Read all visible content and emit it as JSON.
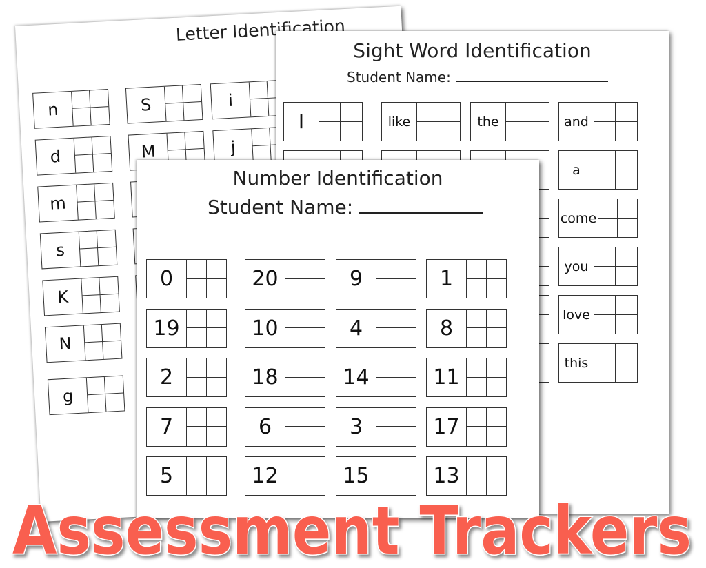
{
  "letter_page": {
    "title": "Letter Identification",
    "columns": [
      [
        "n",
        "d",
        "m",
        "s",
        "K",
        "N",
        "g"
      ],
      [
        "S",
        "M",
        "",
        "",
        "",
        "",
        ""
      ],
      [
        "i",
        "j"
      ]
    ]
  },
  "sight_page": {
    "title": "Sight Word Identification",
    "student_name_label": "Student Name:",
    "columns": [
      [
        "I",
        "",
        "",
        "",
        "",
        ""
      ],
      [
        "like",
        "",
        "",
        "",
        "",
        ""
      ],
      [
        "the",
        "",
        "",
        "",
        "",
        ""
      ],
      [
        "and",
        "a",
        "come",
        "you",
        "love",
        "this"
      ]
    ]
  },
  "number_page": {
    "title": "Number Identification",
    "student_name_label": "Student Name:",
    "rows": [
      [
        "0",
        "20",
        "9",
        "1"
      ],
      [
        "19",
        "10",
        "4",
        "8"
      ],
      [
        "2",
        "18",
        "14",
        "11"
      ],
      [
        "7",
        "6",
        "3",
        "17"
      ],
      [
        "5",
        "12",
        "15",
        "13"
      ]
    ]
  },
  "banner": {
    "text": "Assessment Trackers",
    "color": "#f95f4f"
  }
}
